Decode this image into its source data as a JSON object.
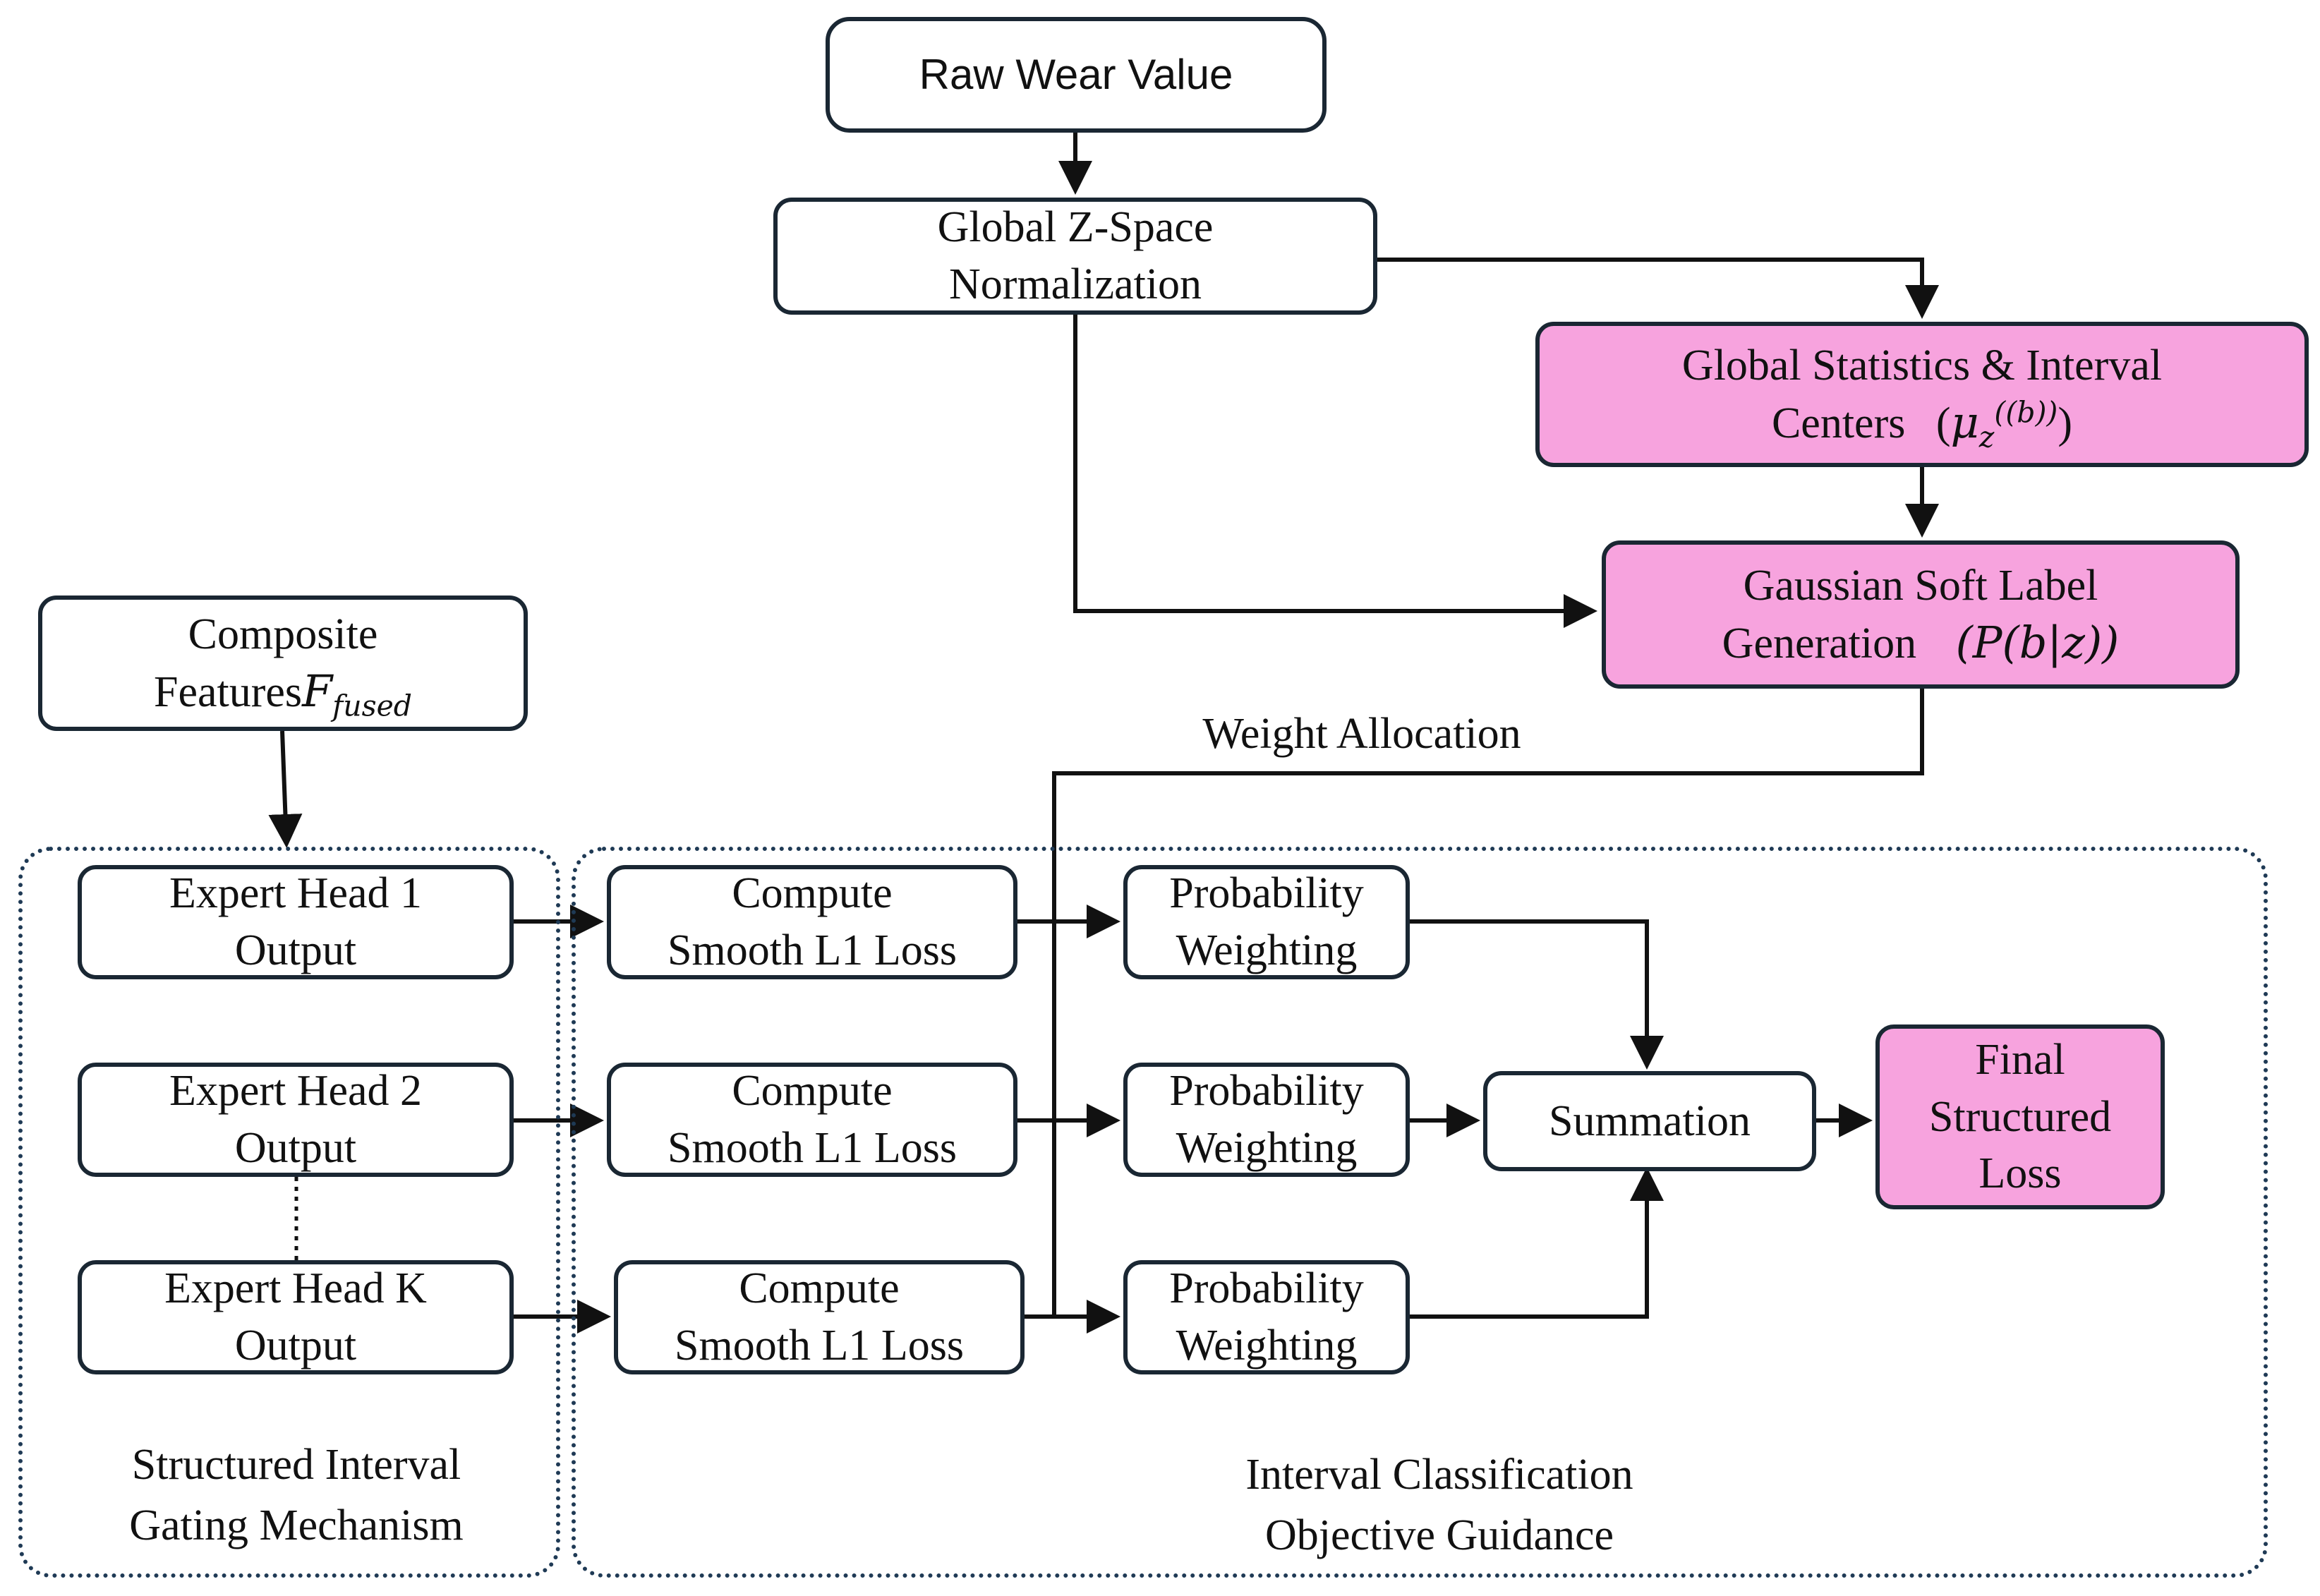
{
  "nodes": {
    "raw_wear": "Raw Wear Value",
    "global_norm": {
      "line1": "Global Z-Space",
      "line2": "Normalization"
    },
    "global_stats": {
      "line1": "Global Statistics & Interval",
      "line2": "Centers",
      "math_open": "(",
      "math_symbol": "μ",
      "math_sub": "z",
      "math_sup": "((b))",
      "math_close": ")"
    },
    "soft_label": {
      "line1": "Gaussian Soft Label",
      "line2": "Generation",
      "math": "(P(b|z))"
    },
    "composite": {
      "line1": "Composite",
      "line2": "Features",
      "math_symbol": "F",
      "math_sub": "fused"
    },
    "expert_heads": [
      {
        "line1": "Expert Head 1",
        "line2": "Output"
      },
      {
        "line1": "Expert Head 2",
        "line2": "Output"
      },
      {
        "line1": "Expert Head K",
        "line2": "Output"
      }
    ],
    "smooth_l1": [
      {
        "line1": "Compute",
        "line2": "Smooth L1 Loss"
      },
      {
        "line1": "Compute",
        "line2": "Smooth L1 Loss"
      },
      {
        "line1": "Compute",
        "line2": "Smooth L1 Loss"
      }
    ],
    "prob_weighting": [
      {
        "line1": "Probability",
        "line2": "Weighting"
      },
      {
        "line1": "Probability",
        "line2": "Weighting"
      },
      {
        "line1": "Probability",
        "line2": "Weighting"
      }
    ],
    "summation": "Summation",
    "final_loss": {
      "line1": "Final",
      "line2": "Structured",
      "line3": "Loss"
    }
  },
  "labels": {
    "weight_allocation": "Weight Allocation",
    "gating_group": {
      "line1": "Structured Interval",
      "line2": "Gating Mechanism"
    },
    "classification_group": {
      "line1": "Interval Classification",
      "line2": "Objective Guidance"
    }
  },
  "colors": {
    "highlight_fill": "#f7a3de",
    "stroke": "#1a2733",
    "group_border": "#1f3a55"
  }
}
